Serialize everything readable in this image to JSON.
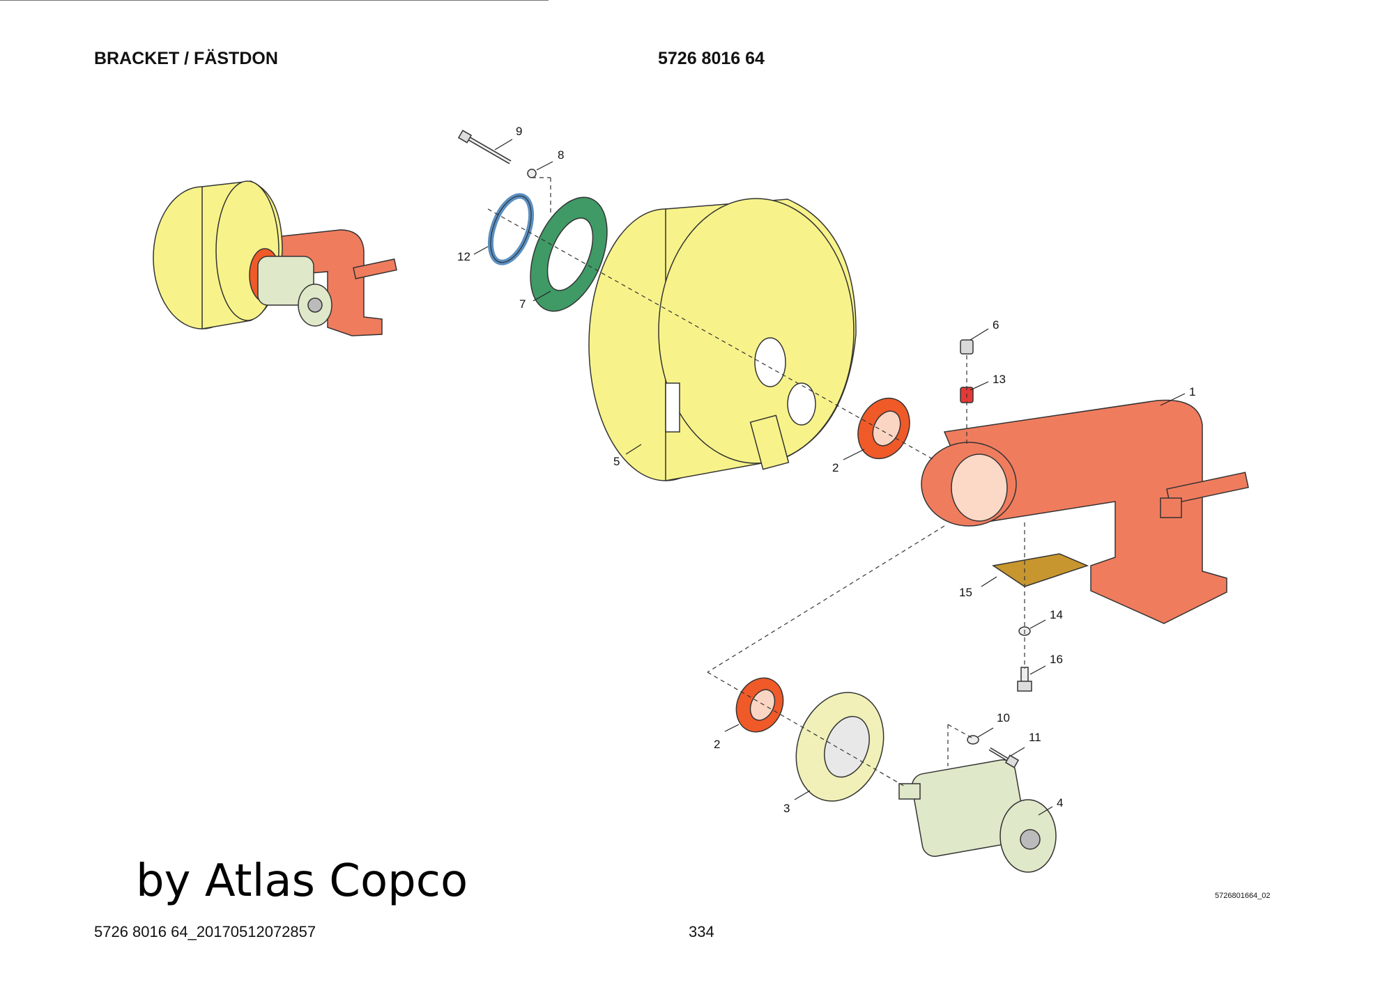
{
  "header": {
    "title": "BRACKET / FÄSTDON",
    "part_number": "5726 8016 64"
  },
  "footer": {
    "document_id": "5726 8016 64_20170512072857",
    "page_number": "334"
  },
  "figure_code": "5726801664_02",
  "watermark": "by Atlas Copco",
  "callouts": {
    "c1": "1",
    "c2a": "2",
    "c2b": "2",
    "c3": "3",
    "c4": "4",
    "c5": "5",
    "c6": "6",
    "c7": "7",
    "c8": "8",
    "c9": "9",
    "c10": "10",
    "c11": "11",
    "c12": "12",
    "c13": "13",
    "c14": "14",
    "c15": "15",
    "c16": "16"
  },
  "colors": {
    "bracket": "#f07c5e",
    "drum": "#f7f38a",
    "gasket": "#3f9a66",
    "ring": "#5b8fc0",
    "motor": "#dfe8c8",
    "plate": "#c8962f",
    "seal": "#f05a28",
    "adapter": "#f0f0b8"
  }
}
